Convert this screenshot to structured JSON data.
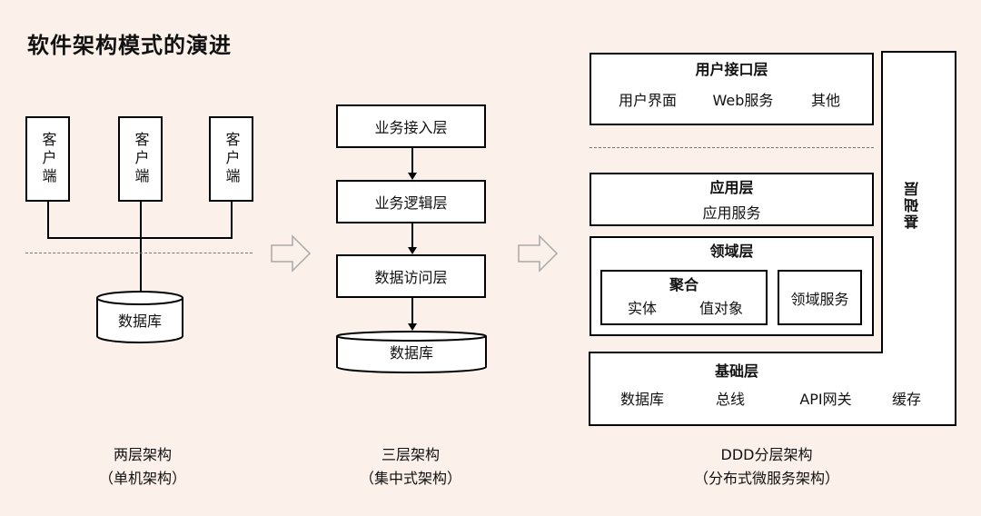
{
  "title": "软件架构模式的演进",
  "two_tier": {
    "clients": [
      "客户端",
      "客户端",
      "客户端"
    ],
    "database": "数据库",
    "caption_line1": "两层架构",
    "caption_line2": "（单机架构）"
  },
  "three_tier": {
    "layers": [
      "业务接入层",
      "业务逻辑层",
      "数据访问层"
    ],
    "database": "数据库",
    "caption_line1": "三层架构",
    "caption_line2": "（集中式架构）"
  },
  "ddd": {
    "user_layer": {
      "title": "用户接口层",
      "items": [
        "用户界面",
        "Web服务",
        "其他"
      ]
    },
    "app_layer": {
      "title": "应用层",
      "item": "应用服务"
    },
    "domain_layer": {
      "title": "领域层",
      "aggregate": {
        "title": "聚合",
        "items": [
          "实体",
          "值对象"
        ]
      },
      "domain_service": "领域服务"
    },
    "infra_layer": {
      "title": "基础层",
      "items": [
        "数据库",
        "总线",
        "API网关",
        "缓存"
      ]
    },
    "side_label": "基础层",
    "caption_line1": "DDD分层架构",
    "caption_line2": "（分布式微服务架构）"
  }
}
